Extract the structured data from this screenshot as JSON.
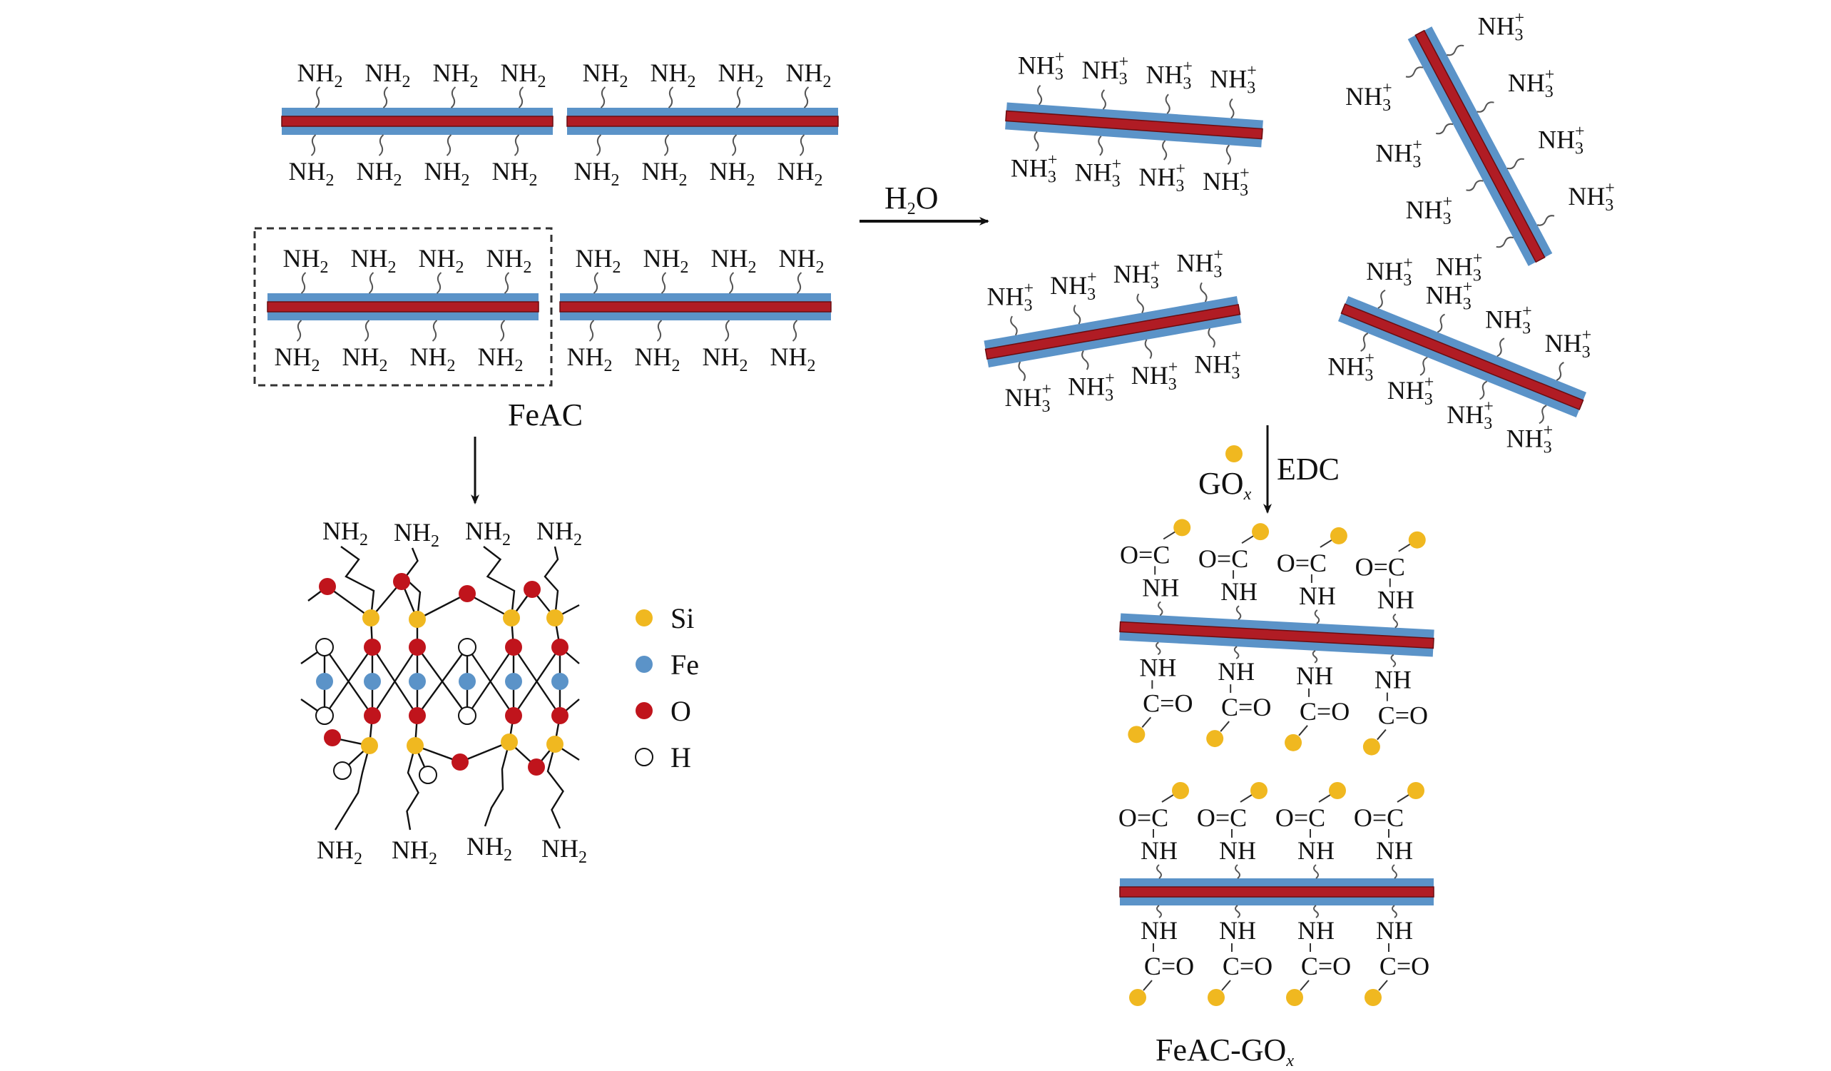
{
  "colors": {
    "shell": "#5b93c8",
    "core": "#b01c24",
    "si": "#f0b820",
    "fe": "#5b93c8",
    "o": "#c0141c",
    "h": "#ffffff",
    "ink": "#111111"
  },
  "panel_feac": {
    "caption": "FeAC",
    "group_main": "NH",
    "group_sub": "2",
    "rods": [
      {
        "top_groups": 4,
        "bottom_groups": 4
      },
      {
        "top_groups": 4,
        "bottom_groups": 4
      },
      {
        "top_groups": 4,
        "bottom_groups": 4,
        "highlighted": true
      },
      {
        "top_groups": 4,
        "bottom_groups": 4
      }
    ]
  },
  "arrow_h2o": {
    "label_main": "H",
    "label_sub": "2",
    "label_tail": "O"
  },
  "panel_protonated": {
    "group_main": "NH",
    "group_sub": "3",
    "group_sup": "+",
    "rods": [
      {
        "top_groups": 4,
        "bottom_groups": 4
      },
      {
        "top_groups": 4,
        "bottom_groups": 4
      },
      {
        "top_groups": 4,
        "bottom_groups": 4
      },
      {
        "top_groups": 4,
        "bottom_groups": 4
      }
    ]
  },
  "arrow_edc": {
    "reagent_main": "GO",
    "reagent_sub": "x",
    "label": "EDC"
  },
  "structure": {
    "top_groups": [
      "NH",
      "NH",
      "NH",
      "NH"
    ],
    "bottom_groups": [
      "NH",
      "NH",
      "NH",
      "NH"
    ],
    "group_sub": "2",
    "legend": [
      {
        "label": "Si",
        "key": "si"
      },
      {
        "label": "Fe",
        "key": "fe"
      },
      {
        "label": "O",
        "key": "o"
      },
      {
        "label": "H",
        "key": "h"
      }
    ]
  },
  "panel_conjugate": {
    "caption_main": "FeAC-GO",
    "caption_sub": "x",
    "amide_nh": "NH",
    "carbonyl_top": "O=C",
    "carbonyl_bottom": "C=O",
    "rods": [
      {
        "top_groups": 4,
        "bottom_groups": 4
      },
      {
        "top_groups": 4,
        "bottom_groups": 4
      }
    ]
  }
}
